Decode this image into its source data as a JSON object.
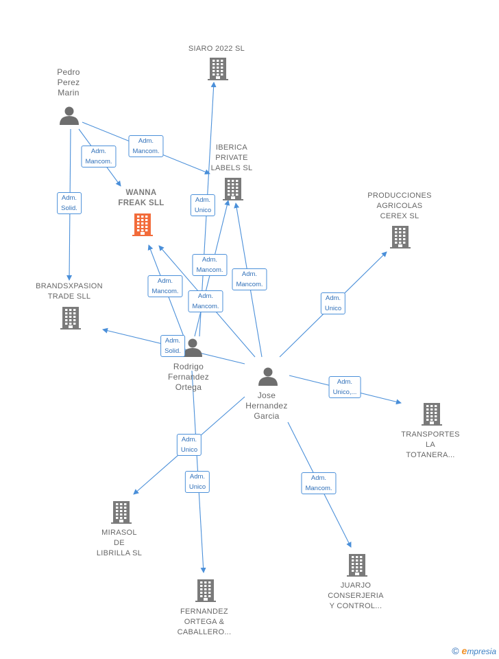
{
  "colors": {
    "edge": "#4a8fd9",
    "building": "#7a7a7a",
    "building_focus": "#f26b3a",
    "person": "#6e6e6e"
  },
  "nodes": [
    {
      "id": "siaro",
      "kind": "company",
      "label": "SIARO 2022  SL"
    },
    {
      "id": "pedro",
      "kind": "person",
      "label": "Pedro\nPerez\nMarin"
    },
    {
      "id": "iberica",
      "kind": "company",
      "label": "IBERICA\nPRIVATE\nLABELS  SL"
    },
    {
      "id": "wanna",
      "kind": "company-focus",
      "label": "WANNA\nFREAK  SLL"
    },
    {
      "id": "producciones",
      "kind": "company",
      "label": "PRODUCCIONES\nAGRICOLAS\nCEREX SL"
    },
    {
      "id": "brands",
      "kind": "company",
      "label": "BRANDSXPASION\nTRADE  SLL"
    },
    {
      "id": "rodrigo",
      "kind": "person",
      "label": "Rodrigo\nFernandez\nOrtega"
    },
    {
      "id": "jose",
      "kind": "person",
      "label": "Jose\nHernandez\nGarcia"
    },
    {
      "id": "transportes",
      "kind": "company",
      "label": "TRANSPORTES\nLA\nTOTANERA..."
    },
    {
      "id": "mirasol",
      "kind": "company",
      "label": "MIRASOL\nDE\nLIBRILLA SL"
    },
    {
      "id": "juarjo",
      "kind": "company",
      "label": "JUARJO\nCONSERJERIA\nY CONTROL..."
    },
    {
      "id": "fernandez",
      "kind": "company",
      "label": "FERNANDEZ\nORTEGA &\nCABALLERO..."
    }
  ],
  "edges": [
    {
      "from": "pedro",
      "to": "wanna",
      "label": "Adm.\nMancom."
    },
    {
      "from": "pedro",
      "to": "iberica",
      "label": "Adm.\nMancom."
    },
    {
      "from": "pedro",
      "to": "brands",
      "label": "Adm.\nSolid."
    },
    {
      "from": "rodrigo",
      "to": "siaro",
      "label": "Adm.\nUnico"
    },
    {
      "from": "rodrigo",
      "to": "iberica",
      "label": "Adm.\nMancom."
    },
    {
      "from": "rodrigo",
      "to": "wanna",
      "label": "Adm.\nMancom."
    },
    {
      "from": "rodrigo",
      "to": "fernandez",
      "label": "Adm.\nUnico"
    },
    {
      "from": "jose",
      "to": "iberica",
      "label": "Adm.\nMancom."
    },
    {
      "from": "jose",
      "to": "wanna",
      "label": "Adm.\nMancom."
    },
    {
      "from": "jose",
      "to": "brands",
      "label": "Adm.\nSolid."
    },
    {
      "from": "jose",
      "to": "producciones",
      "label": "Adm.\nUnico"
    },
    {
      "from": "jose",
      "to": "transportes",
      "label": "Adm.\nUnico,..."
    },
    {
      "from": "jose",
      "to": "mirasol",
      "label": "Adm.\nUnico"
    },
    {
      "from": "jose",
      "to": "juarjo",
      "label": "Adm.\nMancom."
    }
  ],
  "footer": {
    "copyright": "©",
    "brand_initial": "e",
    "brand_rest": "mpresia"
  }
}
